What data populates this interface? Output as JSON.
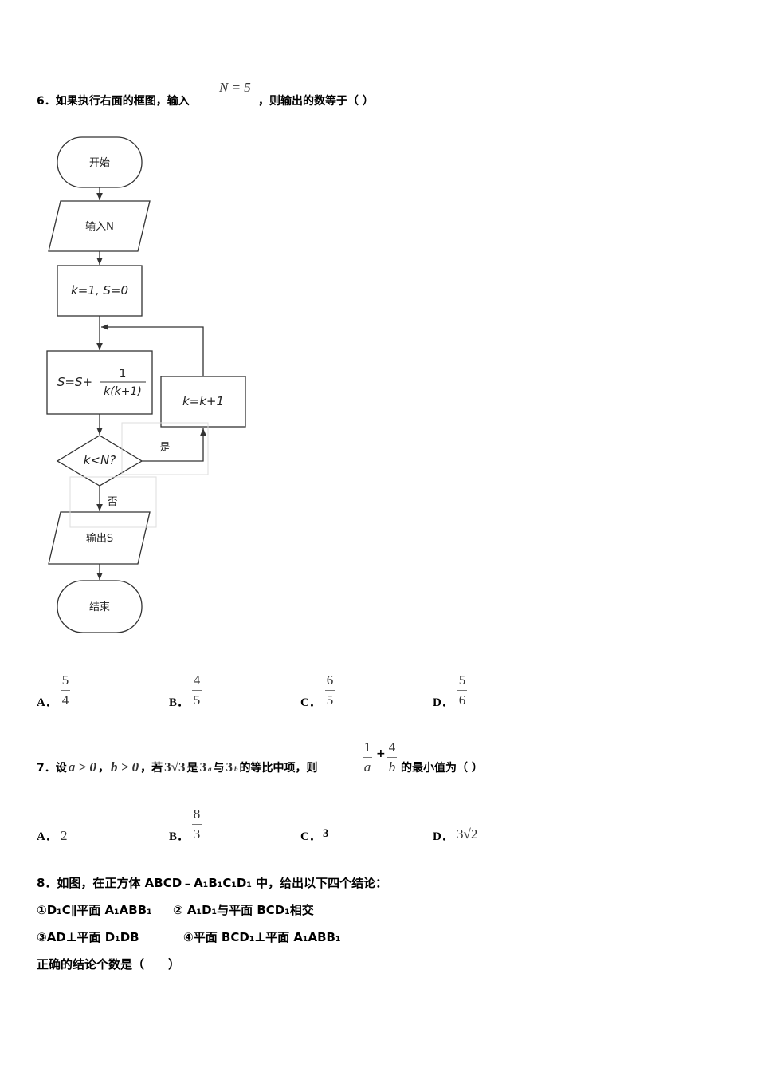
{
  "q6": {
    "prefix": "6．如果执行右面的框图，输入",
    "math": "N = 5",
    "suffix": "，则输出的数等于（ ）",
    "flow": {
      "start": "开始",
      "input": "输入N",
      "init": "k=1, S=0",
      "update": "S=S+",
      "frac_num": "1",
      "frac_den": "k(k+1)",
      "increment": "k=k+1",
      "condition": "k<N?",
      "yes": "是",
      "no": "否",
      "output": "输出S",
      "end": "结束"
    },
    "options": [
      {
        "label": "A．",
        "num": "5",
        "den": "4"
      },
      {
        "label": "B．",
        "num": "4",
        "den": "5"
      },
      {
        "label": "C．",
        "num": "6",
        "den": "5"
      },
      {
        "label": "D．",
        "num": "5",
        "den": "6"
      }
    ]
  },
  "q7": {
    "t1": "7．设",
    "m1": "a > 0",
    "t2": "，",
    "m2": "b > 0",
    "t3": "，若",
    "m3": "3√3",
    "t4": "是",
    "m4": "3",
    "e4": "a",
    "t5": "与",
    "m5": "3",
    "e5": "b",
    "t6": " 的等比中项，则",
    "f1n": "1",
    "f1d": "a",
    "plus": "+",
    "f2n": "4",
    "f2d": "b",
    "t7": "的最小值为（ ）",
    "options": {
      "A_label": "A．",
      "A_val": "2",
      "B_label": "B．",
      "B_num": "8",
      "B_den": "3",
      "C_label": "C．",
      "C_val": "3",
      "D_label": "D．",
      "D_val": "3√2"
    }
  },
  "q8": {
    "line1": "8．如图，在正方体 ABCD﹣A₁B₁C₁D₁ 中，给出以下四个结论：",
    "c1": "①D₁C∥平面 A₁ABB₁",
    "c2": "② A₁D₁与平面 BCD₁相交",
    "c3": "③AD⊥平面 D₁DB",
    "c4": "④平面 BCD₁⊥平面 A₁ABB₁",
    "ask": "正确的结论个数是（　　）"
  }
}
